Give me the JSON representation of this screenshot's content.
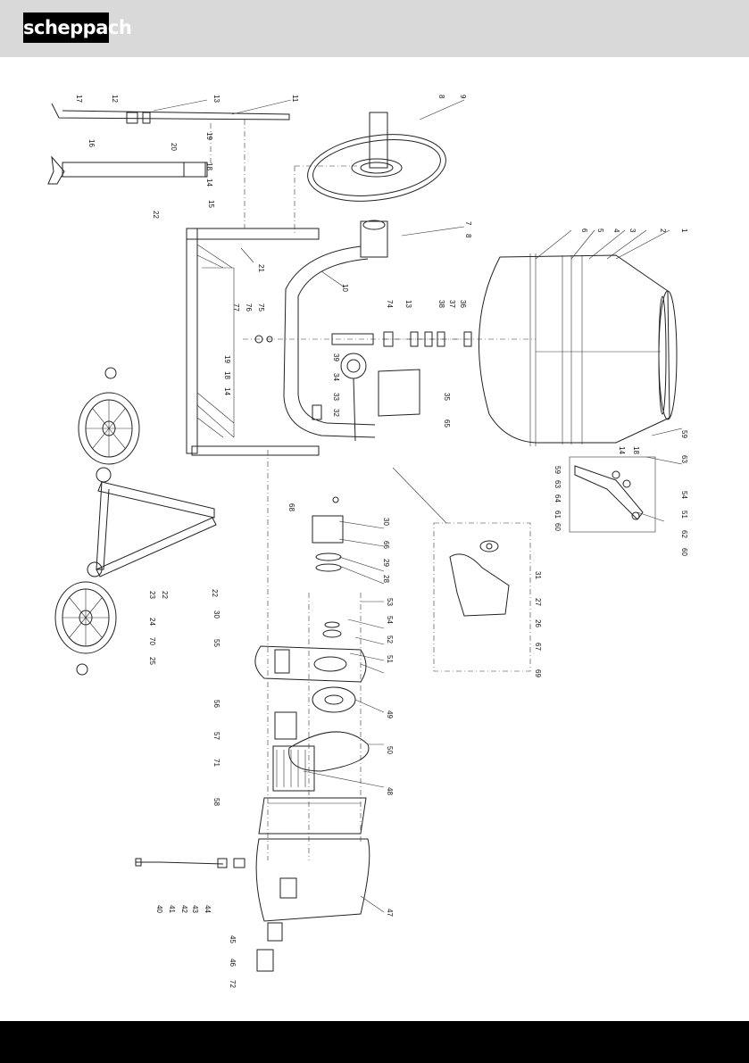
{
  "header": {
    "brand": "scheppach"
  },
  "diagram": {
    "labels": {
      "p1": "1",
      "p2": "2",
      "p3": "3",
      "p4": "4",
      "p5": "5",
      "p6": "6",
      "p7": "7",
      "p8a": "8",
      "p8b": "8",
      "p9": "9",
      "p10": "10",
      "p11": "11",
      "p12": "12",
      "p13": "13",
      "p13b": "13",
      "p14a": "14",
      "p14b": "14",
      "p14c": "14",
      "p15": "15",
      "p16": "16",
      "p17": "17",
      "p18a": "18",
      "p18b": "18",
      "p18c": "18",
      "p19a": "19",
      "p19b": "19",
      "p20": "20",
      "p21": "21",
      "p22a": "22",
      "p22b": "22",
      "p22c": "22",
      "p23": "23",
      "p24": "24",
      "p25": "25",
      "p26": "26",
      "p27": "27",
      "p28": "28",
      "p29": "29",
      "p30a": "30",
      "p30b": "30",
      "p31": "31",
      "p32": "32",
      "p33": "33",
      "p34": "34",
      "p35": "35",
      "p36": "36",
      "p37": "37",
      "p38": "38",
      "p39": "39",
      "p40": "40",
      "p41": "41",
      "p42": "42",
      "p43": "43",
      "p44": "44",
      "p45": "45",
      "p46": "46",
      "p47": "47",
      "p48": "48",
      "p49": "49",
      "p50": "50",
      "p51a": "51",
      "p51b": "51",
      "p52": "52",
      "p53": "53",
      "p54a": "54",
      "p54b": "54",
      "p55": "55",
      "p56": "56",
      "p57": "57",
      "p58": "58",
      "p59a": "59",
      "p59b": "59",
      "p60a": "60",
      "p60b": "60",
      "p61": "61",
      "p62": "62",
      "p63a": "63",
      "p63b": "63",
      "p64": "64",
      "p65": "65",
      "p66": "66",
      "p67": "67",
      "p68": "68",
      "p69": "69",
      "p70": "70",
      "p71": "71",
      "p72": "72",
      "p74": "74",
      "p75": "75",
      "p76": "76",
      "p77": "77"
    }
  }
}
